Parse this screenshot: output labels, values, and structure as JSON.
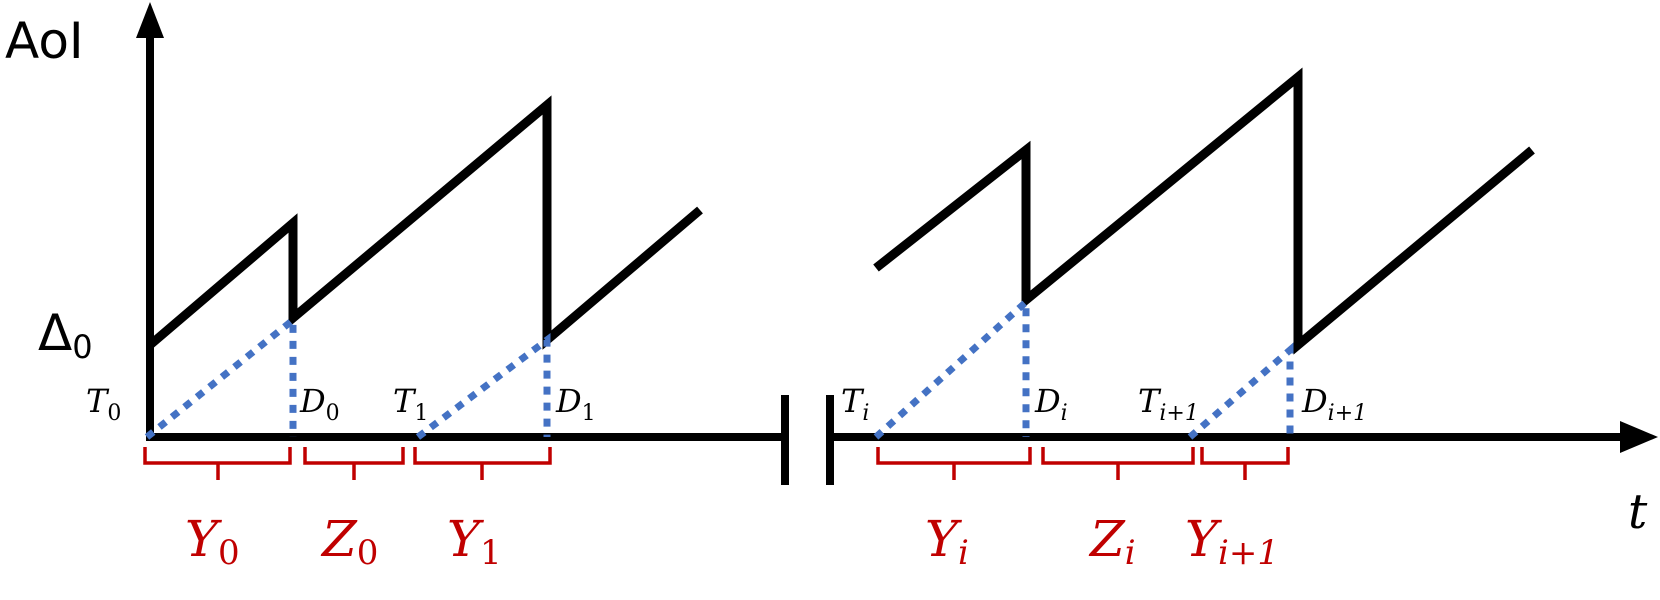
{
  "axes": {
    "y_title": "AoI",
    "x_title": "t",
    "y_start_label": {
      "base": "Δ",
      "sub": "0"
    }
  },
  "time_labels": [
    {
      "base": "T",
      "sub": "0",
      "sub_italic": false
    },
    {
      "base": "D",
      "sub": "0",
      "sub_italic": false
    },
    {
      "base": "T",
      "sub": "1",
      "sub_italic": false
    },
    {
      "base": "D",
      "sub": "1",
      "sub_italic": false
    },
    {
      "base": "T",
      "sub": "i",
      "sub_italic": true
    },
    {
      "base": "D",
      "sub": "i",
      "sub_italic": true
    },
    {
      "base": "T",
      "sub": "i+1",
      "sub_italic": true
    },
    {
      "base": "D",
      "sub": "i+1",
      "sub_italic": true
    }
  ],
  "interval_labels": [
    {
      "base": "Y",
      "sub": "0",
      "sub_italic": false
    },
    {
      "base": "Z",
      "sub": "0",
      "sub_italic": false
    },
    {
      "base": "Y",
      "sub": "1",
      "sub_italic": false
    },
    {
      "base": "Y",
      "sub": "i",
      "sub_italic": true
    },
    {
      "base": "Z",
      "sub": "i",
      "sub_italic": true
    },
    {
      "base": "Y",
      "sub": "i+1",
      "sub_italic": true
    }
  ],
  "colors": {
    "curve": "#000000",
    "dotted": "#4472c4",
    "brace": "#c00000"
  }
}
